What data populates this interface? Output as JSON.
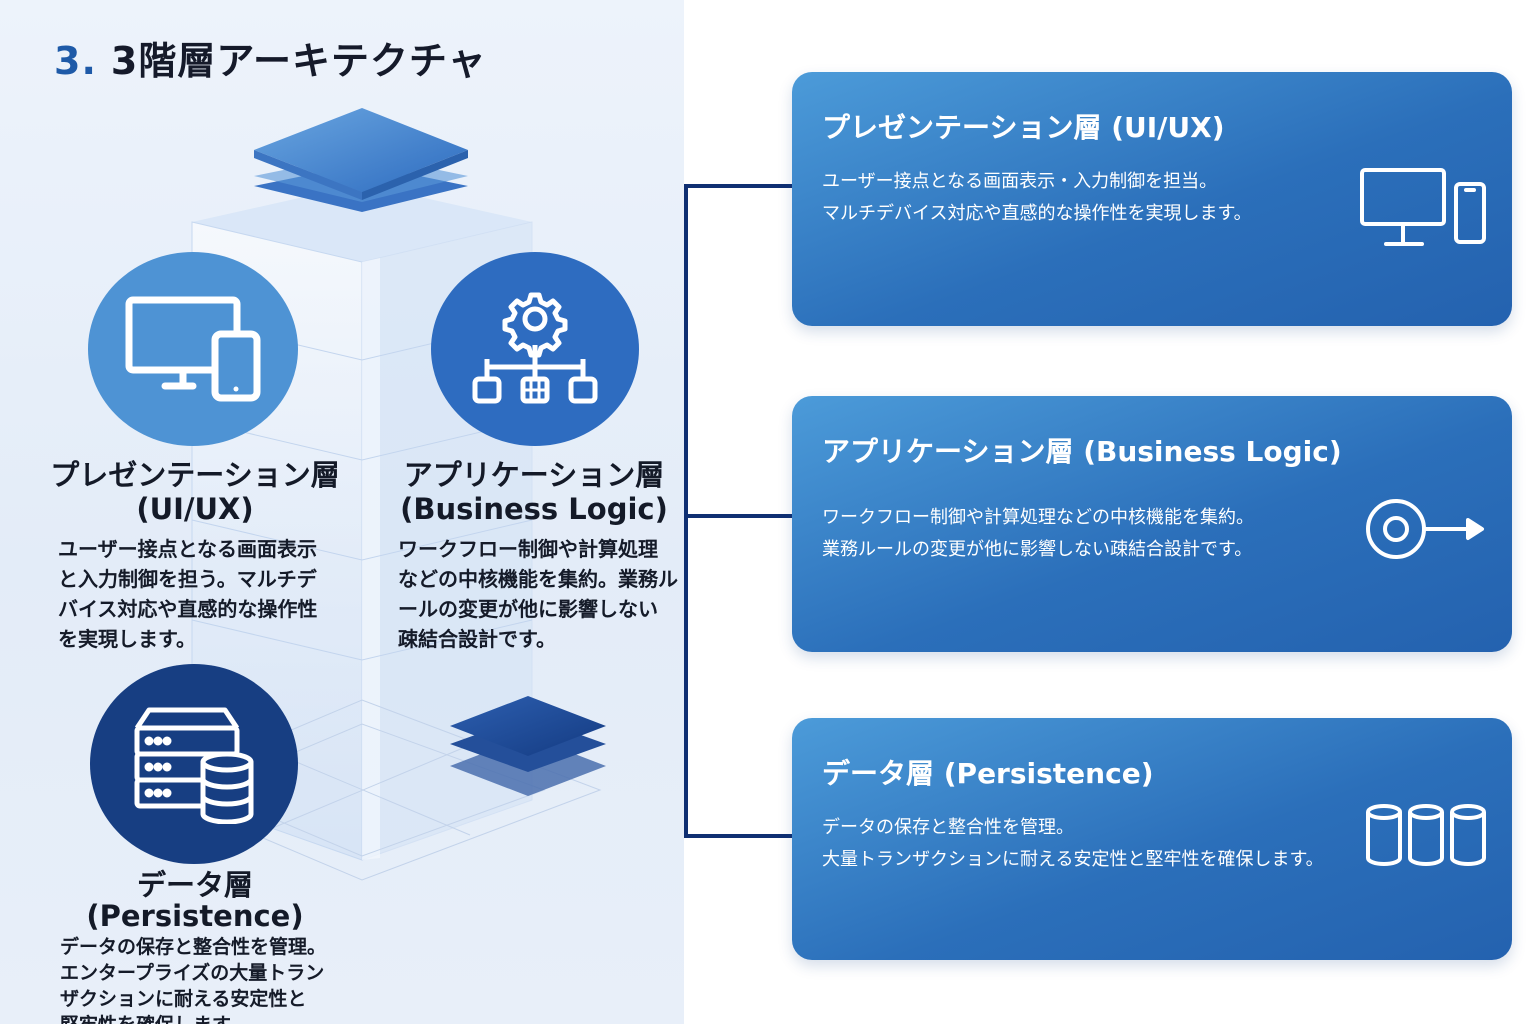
{
  "title": {
    "number": "3.",
    "text": "3階層アーキテクチャ"
  },
  "left": {
    "presentation": {
      "icon": "monitor-tablet-icon",
      "title_lines": [
        "プレゼンテーション層",
        "(UI/UX)"
      ],
      "desc_lines": [
        "ユーザー接点となる画面表示",
        "と入力制御を担う。マルチデ",
        "バイス対応や直感的な操作性",
        "を実現します。"
      ]
    },
    "application": {
      "icon": "gear-workflow-icon",
      "title_lines": [
        "アプリケーション層",
        "(Business Logic)"
      ],
      "desc_lines": [
        "ワークフロー制御や計算処理",
        "などの中核機能を集約。業務ル",
        "ールの変更が他に影響しない",
        "疎結合設計です。"
      ]
    },
    "data": {
      "icon": "server-database-icon",
      "title_lines": [
        "データ層",
        "(Persistence)"
      ],
      "desc_lines": [
        "データの保存と整合性を管理。",
        "エンタープライズの大量トラン",
        "ザクションに耐える安定性と",
        "堅牢性を確保します。"
      ]
    }
  },
  "cards": [
    {
      "title": "プレゼンテーション層 (UI/UX)",
      "desc_lines": [
        "ユーザー接点となる画面表示・入力制御を担当。",
        "マルチデバイス対応や直感的な操作性を実現します。"
      ],
      "icon": "monitor-phone-icon"
    },
    {
      "title": "アプリケーション層 (Business Logic)",
      "desc_lines": [
        "ワークフロー制御や計算処理などの中核機能を集約。",
        "業務ルールの変更が他に影響しない疎結合設計です。"
      ],
      "icon": "target-arrow-icon"
    },
    {
      "title": "データ層 (Persistence)",
      "desc_lines": [
        "データの保存と整合性を管理。",
        "大量トランザクションに耐える安定性と堅牢性を確保します。"
      ],
      "icon": "database-cylinders-icon"
    }
  ],
  "colors": {
    "accent": "#1e5aa8",
    "card": "#2b6fba",
    "dark_navy": "#143a7a",
    "light_circle": "#4e93d4",
    "connector": "#0f2f72"
  }
}
